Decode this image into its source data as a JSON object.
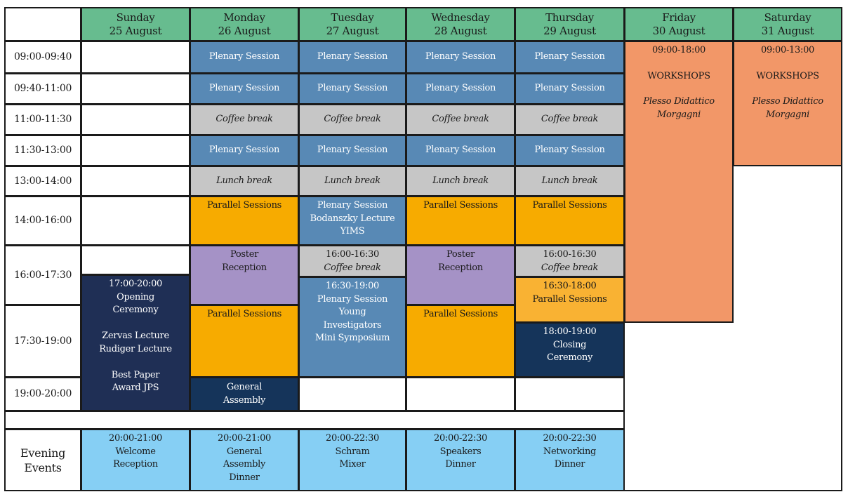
{
  "days": [
    {
      "name": "Sunday",
      "date": "25 August"
    },
    {
      "name": "Monday",
      "date": "26 August"
    },
    {
      "name": "Tuesday",
      "date": "27 August"
    },
    {
      "name": "Wednesday",
      "date": "28 August"
    },
    {
      "name": "Thursday",
      "date": "29 August"
    },
    {
      "name": "Friday",
      "date": "30 August"
    },
    {
      "name": "Saturday",
      "date": "31 August"
    }
  ],
  "times": [
    "09:00-09:40",
    "09:40-11:00",
    "11:00-11:30",
    "11:30-13:00",
    "13:00-14:00",
    "14:00-16:00",
    "16:00-17:30",
    "17:30-19:00",
    "19:00-20:00"
  ],
  "evening_label": "Evening\nEvents",
  "labels": {
    "plenary": "Plenary Session",
    "coffee": "Coffee break",
    "lunch": "Lunch break",
    "parallel": "Parallel Sessions",
    "poster": "Poster\nReception",
    "tue_afternoon": "Plenary Session\nBodanszky Lecture\nYIMS",
    "coffee_time": "16:00-16:30",
    "tue_yims_time": "16:30-19:00",
    "tue_yims": "Plenary Session\nYoung\nInvestigators\nMini Symposium",
    "thu_parallel_time": "16:30-18:00",
    "closing_time": "18:00-19:00",
    "closing": "Closing\nCeremony",
    "general_assembly": "General\nAssembly",
    "opening": "17:00-20:00\nOpening\nCeremony\n\nZervas Lecture\nRudiger Lecture\n\nBest Paper\nAward JPS",
    "fri_time": "09:00-18:00",
    "sat_time": "09:00-13:00",
    "workshops": "WORKSHOPS",
    "workshop_venue": "Plesso Didattico\nMorgagni"
  },
  "evening": [
    "20:00-21:00\nWelcome\nReception",
    "20:00-21:00\nGeneral\nAssembly\nDinner",
    "20:00-22:30\nSchram\nMixer",
    "20:00-22:30\nSpeakers\nDinner",
    "20:00-22:30\nNetworking\nDinner"
  ],
  "colors": {
    "header": "#67bc8f",
    "plenary": "#5889b5",
    "break": "#c6c6c6",
    "parallel": "#f7ab00",
    "poster": "#a592c6",
    "opening": "#1f2f55",
    "closing": "#15345a",
    "workshops": "#f29768",
    "evening": "#86cff4"
  }
}
